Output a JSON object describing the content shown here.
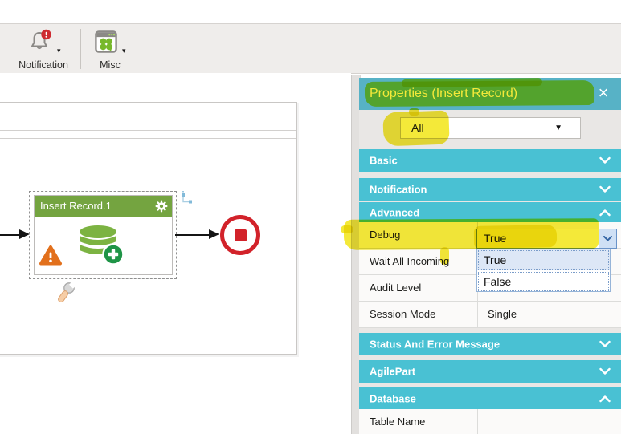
{
  "toolbar": {
    "notification": {
      "label": "Notification",
      "icon": "bell-alert-icon",
      "caret": "▾"
    },
    "misc": {
      "label": "Misc",
      "icon": "app-window-clover-icon",
      "caret": "▾"
    }
  },
  "canvas": {
    "node": {
      "title": "Insert Record.1",
      "icons": [
        "gear-icon",
        "database-add-icon",
        "warning-icon",
        "wrench-icon"
      ]
    },
    "stop_node": "stop-node",
    "connector_icon": "elbow-connector-icon"
  },
  "panel": {
    "title": "Properties (Insert Record)",
    "close_glyph": "×",
    "filter_value": "All",
    "filter_caret": "▼",
    "sections": [
      "Basic",
      "Notification",
      "Advanced",
      "Status And Error Message",
      "AgilePart",
      "Database"
    ],
    "rows": {
      "advanced": [
        {
          "label": "Debug",
          "value": "True"
        },
        {
          "label": "Wait All Incoming",
          "value": ""
        },
        {
          "label": "Audit Level",
          "value": ""
        },
        {
          "label": "Session Mode",
          "value": "Single"
        }
      ],
      "database": [
        {
          "label": "Table Name",
          "value": ""
        }
      ]
    },
    "debug_dropdown": {
      "selected": "True",
      "options": [
        "True",
        "False"
      ]
    }
  },
  "colors": {
    "panel_header": "#57b2c6",
    "section_header": "#49c1d3",
    "highlighter": "#f3e728",
    "node_green": "#74a440",
    "db_green": "#7cb342",
    "badge_green": "#1f9447",
    "warning_orange": "#e2701c",
    "stop_red": "#d2222a"
  }
}
